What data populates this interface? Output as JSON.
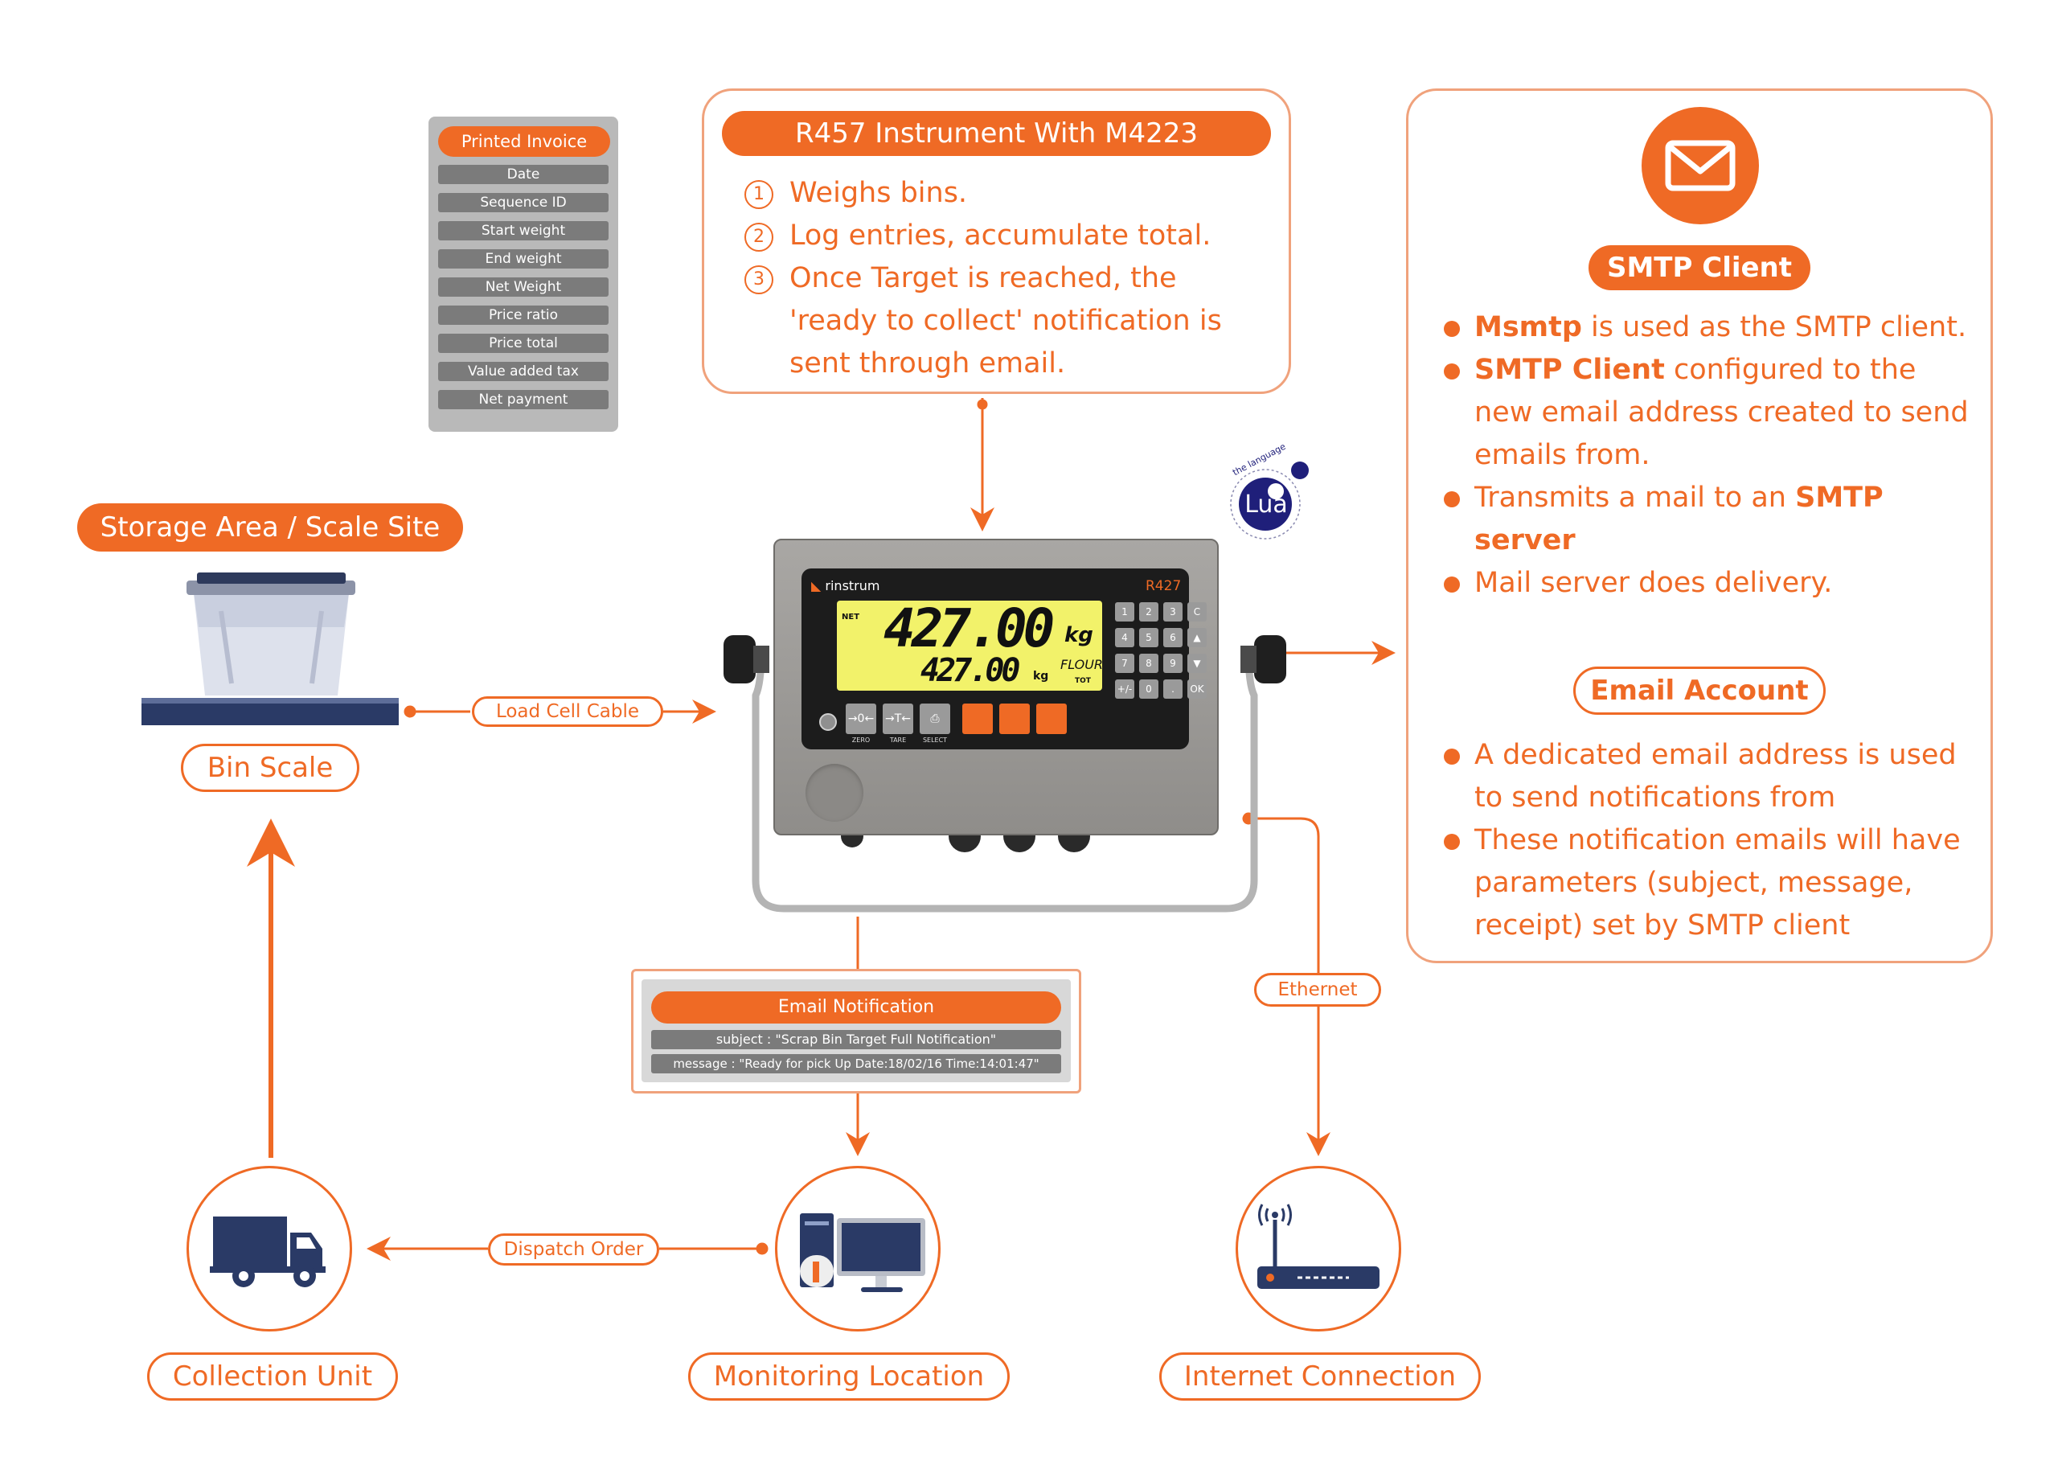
{
  "invoice": {
    "title": "Printed Invoice",
    "fields": [
      "Date",
      "Sequence ID",
      "Start weight",
      "End weight",
      "Net Weight",
      "Price ratio",
      "Price total",
      "Value added tax",
      "Net payment"
    ]
  },
  "instrument_card": {
    "title": "R457 Instrument With M4223",
    "steps": [
      {
        "num": "1",
        "text": "Weighs bins."
      },
      {
        "num": "2",
        "text": "Log entries, accumulate total."
      },
      {
        "num": "3",
        "text": "Once Target is reached, the 'ready to collect' notification is sent through email."
      }
    ]
  },
  "smtp_card": {
    "title": "SMTP Client",
    "bullets": [
      {
        "bold": "Msmtp",
        "text": " is used as the SMTP client."
      },
      {
        "bold": "SMTP Client",
        "text": " configured to the new email address created to send emails from."
      },
      {
        "pre": "Transmits a mail to an ",
        "bold": "SMTP server",
        "text": ""
      },
      {
        "text": "Mail server does delivery."
      }
    ],
    "account_title": "Email Account",
    "account_bullets": [
      "A dedicated email address is used to send notifications from",
      "These notification emails will have parameters (subject, message, receipt) set by SMTP client"
    ]
  },
  "storage_label": "Storage Area / Scale Site",
  "bin_scale_label": "Bin Scale",
  "load_cell_label": "Load Cell Cable",
  "lua_badge": {
    "top": "the language",
    "name": "Lua"
  },
  "device": {
    "brand": "rinstrum",
    "model": "R427",
    "weight_main": "427.00",
    "unit_main": "kg",
    "weight_sub": "427.00",
    "unit_sub": "kg",
    "product": "FLOUR",
    "net_label": "NET",
    "tot_label": "TOT",
    "keys": [
      "1",
      "2",
      "3",
      "C",
      "4",
      "5",
      "6",
      "▲",
      "7",
      "8",
      "9",
      "▼",
      "+/-",
      "0",
      ".",
      "OK"
    ],
    "buttons": [
      {
        "glyph": "→0←",
        "label": "ZERO"
      },
      {
        "glyph": "→T←",
        "label": "TARE"
      },
      {
        "glyph": "⎙",
        "label": "SELECT"
      }
    ]
  },
  "email_notification": {
    "title": "Email Notification",
    "subject": "subject : \"Scrap Bin Target Full Notification\"",
    "message": "message : \"Ready for pick Up Date:18/02/16 Time:14:01:47\""
  },
  "ethernet_label": "Ethernet",
  "dispatch_label": "Dispatch Order",
  "collection_label": "Collection Unit",
  "monitoring_label": "Monitoring Location",
  "internet_label": "Internet Connection",
  "colors": {
    "accent": "#ef6a25",
    "accent_light": "#f0a27c",
    "grey": "#7b7b7b",
    "navy": "#2a3a66",
    "lcd": "#f2f26a"
  }
}
